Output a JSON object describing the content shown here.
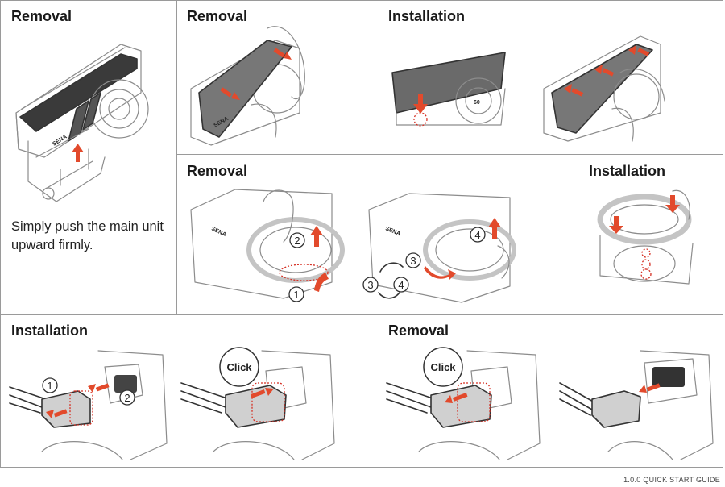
{
  "headings": {
    "p1_removal": "Removal",
    "p2_removal": "Removal",
    "p2_installation": "Installation",
    "p3_removal": "Removal",
    "p3_installation": "Installation",
    "p4_installation": "Installation",
    "p4_removal": "Removal"
  },
  "side_note": "Simply push the main unit upward firmly.",
  "brand_mark": "SENA",
  "dial_mark": "60",
  "steps": {
    "s1": "1",
    "s2": "2",
    "s3": "3",
    "s4": "4"
  },
  "click_label": "Click",
  "footer": "1.0.0  QUICK START GUIDE",
  "colors": {
    "accent": "#e24a2c",
    "line": "#8c8c8c",
    "border": "#9a9a9a"
  }
}
